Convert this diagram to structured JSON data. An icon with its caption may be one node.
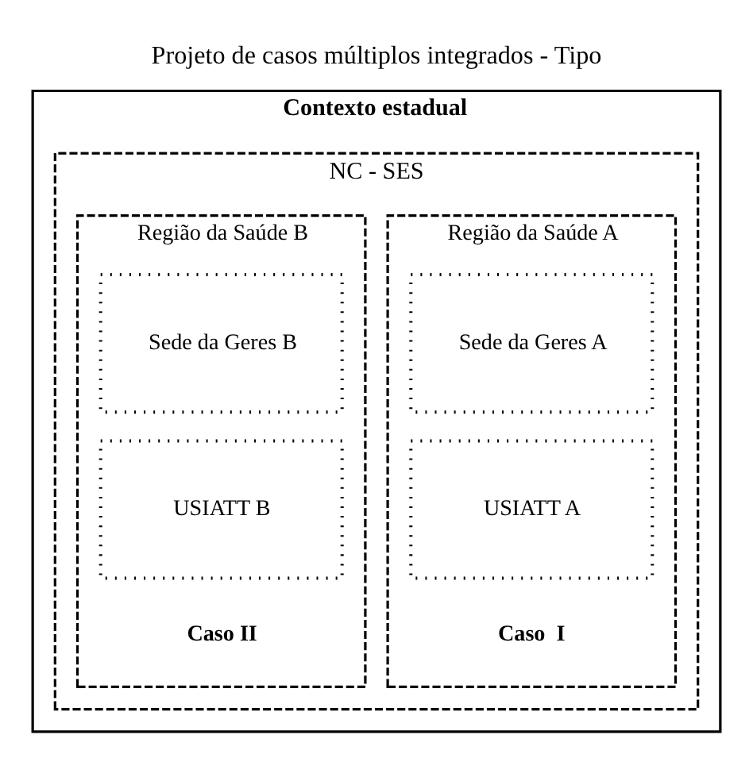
{
  "diagram": {
    "title": "Projeto de casos múltiplos integrados - Tipo",
    "nodes": [
      {
        "text": [
          "Contexto estadual"
        ]
      },
      {
        "text": [
          "NC - SES"
        ],
        "in": 0
      },
      {
        "text": [
          "Região da Saúde A",
          "Caso  I"
        ],
        "in": 1
      },
      {
        "text": [
          "Sede da Geres A"
        ],
        "in": 2
      },
      {
        "text": [
          "USIATT A"
        ],
        "in": 2
      },
      {
        "text": [
          "Região da Saúde B",
          "Caso II"
        ],
        "in": 1
      },
      {
        "text": [
          "Sede da Geres B"
        ],
        "in": 5
      },
      {
        "text": [
          "USIATT B"
        ],
        "in": 5
      }
    ],
    "edges": []
  }
}
